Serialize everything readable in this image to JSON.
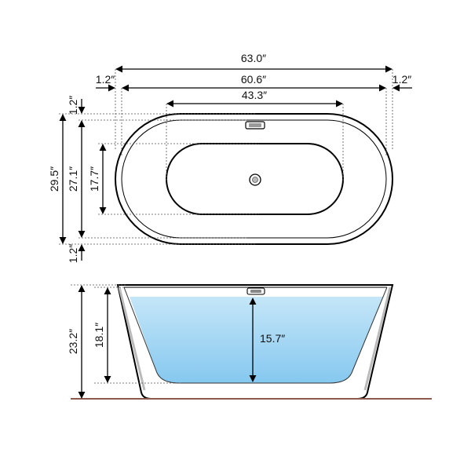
{
  "top_view": {
    "overall_length": "63.0″",
    "inner_length": "60.6″",
    "bottom_length": "43.3″",
    "left_rim": "1.2″",
    "right_rim": "1.2″",
    "overall_width": "29.5″",
    "inner_width": "27.1″",
    "bottom_width": "17.7″",
    "top_rim": "1.2″",
    "bottom_rim": "1.2″"
  },
  "side_view": {
    "overall_height": "23.2″",
    "interior_depth": "18.1″",
    "water_depth": "15.7″"
  },
  "colors": {
    "water_top": "#bfe3f7",
    "water_bottom": "#8ccbf0",
    "floor": "#8b5a4a",
    "outline": "#000000"
  }
}
